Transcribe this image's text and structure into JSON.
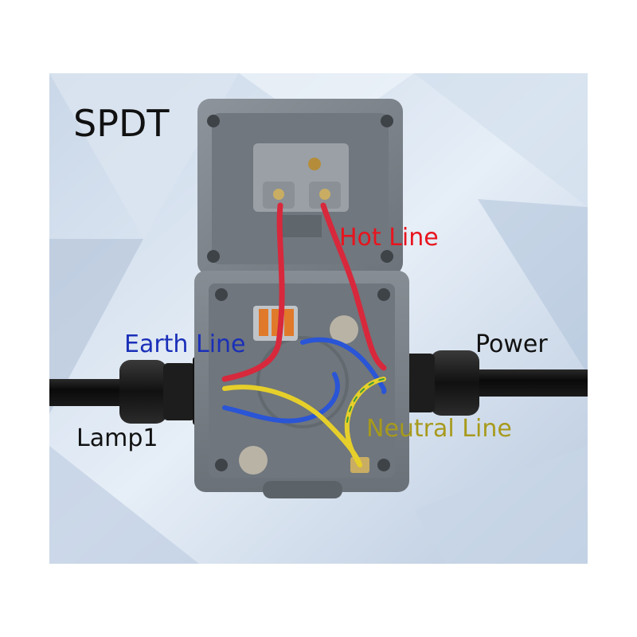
{
  "title": "SPDT",
  "labels": {
    "hot_line": "Hot Line",
    "earth_line": "Earth Line",
    "power": "Power",
    "lamp": "Lamp1",
    "neutral_line": "Neutral Line"
  },
  "colors": {
    "title": "#111111",
    "hot_line": "#e8141e",
    "earth_line": "#1a2fb8",
    "power": "#111111",
    "lamp": "#111111",
    "neutral_line": "#a79a1c",
    "wire_red": "#d8283c",
    "wire_blue": "#2a55d6",
    "wire_yellow": "#e6cf2a",
    "wire_green": "#3f9a3a",
    "housing": "#7d848b",
    "cable": "#0d0d0d"
  }
}
